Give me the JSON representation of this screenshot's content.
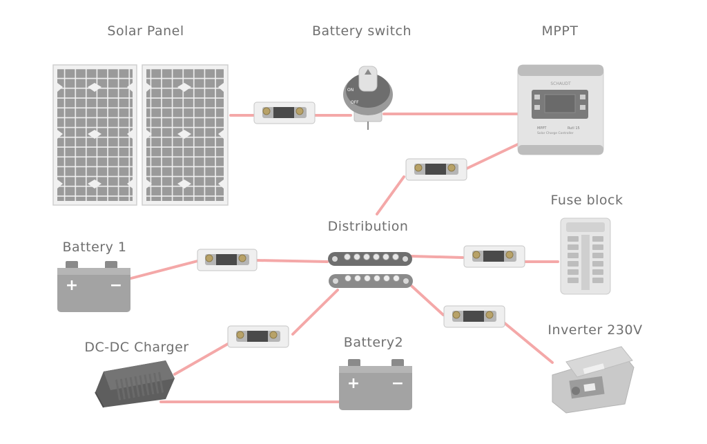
{
  "labels": {
    "solar_panel": "Solar Panel",
    "battery_switch": "Battery switch",
    "mppt": "MPPT",
    "distribution": "Distribution",
    "fuse_block": "Fuse block",
    "battery1": "Battery 1",
    "dcdc": "DC-DC Charger",
    "battery2": "Battery2",
    "inverter": "Inverter 230V"
  },
  "switch_text": {
    "on": "ON",
    "off": "OFF"
  },
  "mppt_face": {
    "brand": "SCHAUDT",
    "model": "MPPT",
    "line2": "Solar Charge Controller",
    "rating": "Rutl 15"
  },
  "battery_terminals": {
    "plus": "+",
    "minus": "−"
  },
  "colors": {
    "wire": "#f4a8a8",
    "component": "#a9a9a9",
    "label": "#6f6f6f"
  }
}
